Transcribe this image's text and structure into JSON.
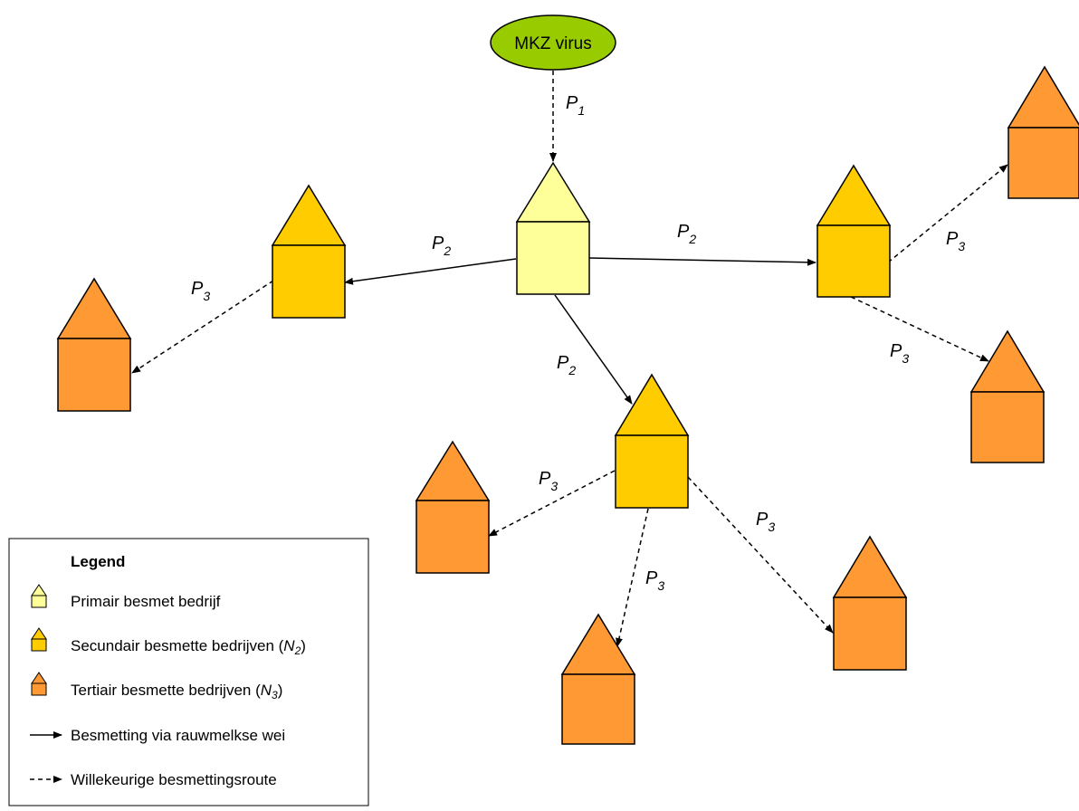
{
  "colors": {
    "primary": "#ffff99",
    "secondary": "#ffcc00",
    "tertiary": "#ff9933",
    "virus": "#99cc00",
    "line": "#000000"
  },
  "virus": {
    "label": "MKZ virus"
  },
  "edges": {
    "p1": {
      "main": "P",
      "sub": "1"
    },
    "p2": {
      "main": "P",
      "sub": "2"
    },
    "p3": {
      "main": "P",
      "sub": "3"
    }
  },
  "legend": {
    "title": "Legend",
    "primary": "Primair besmet bedrijf",
    "secondary_text": "Secundair besmette bedrijven (",
    "secondary_var": "N",
    "secondary_sub": "2",
    "secondary_close": ")",
    "tertiary_text": "Tertiair besmette bedrijven (",
    "tertiary_var": "N",
    "tertiary_sub": "3",
    "tertiary_close": ")",
    "solid_route": "Besmetting via rauwmelkse wei",
    "dashed_route": "Willekeurige besmettingsroute"
  }
}
